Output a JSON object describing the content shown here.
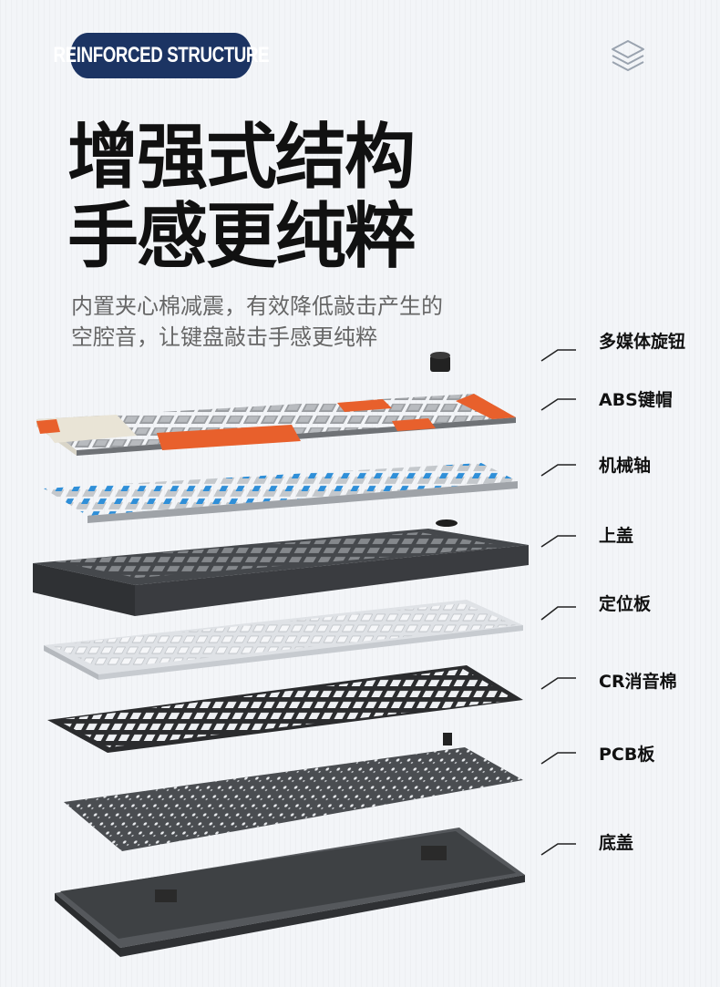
{
  "badge": "REINFORCED STRUCTURE",
  "icons": {
    "layers": "layers-icon"
  },
  "headline": {
    "line1": "增强式结构",
    "line2": "手感更纯粹"
  },
  "description": {
    "line1": "内置夹心棉减震，有效降低敲击产生的",
    "line2": "空腔音，让键盘敲击手感更纯粹"
  },
  "layers": [
    {
      "label": "多媒体旋钮"
    },
    {
      "label": "ABS键帽"
    },
    {
      "label": "机械轴"
    },
    {
      "label": "上盖"
    },
    {
      "label": "定位板"
    },
    {
      "label": "CR消音棉"
    },
    {
      "label": "PCB板"
    },
    {
      "label": "底盖"
    }
  ],
  "colors": {
    "badge_bg": "#1c3463",
    "keycap_orange": "#e8602c",
    "keycap_grey": "#8a8d92",
    "keycap_cream": "#e9e4d6",
    "switch_blue": "#2f8fd8",
    "case_dark": "#3b3d40",
    "plate_light": "#dfe2e6"
  }
}
